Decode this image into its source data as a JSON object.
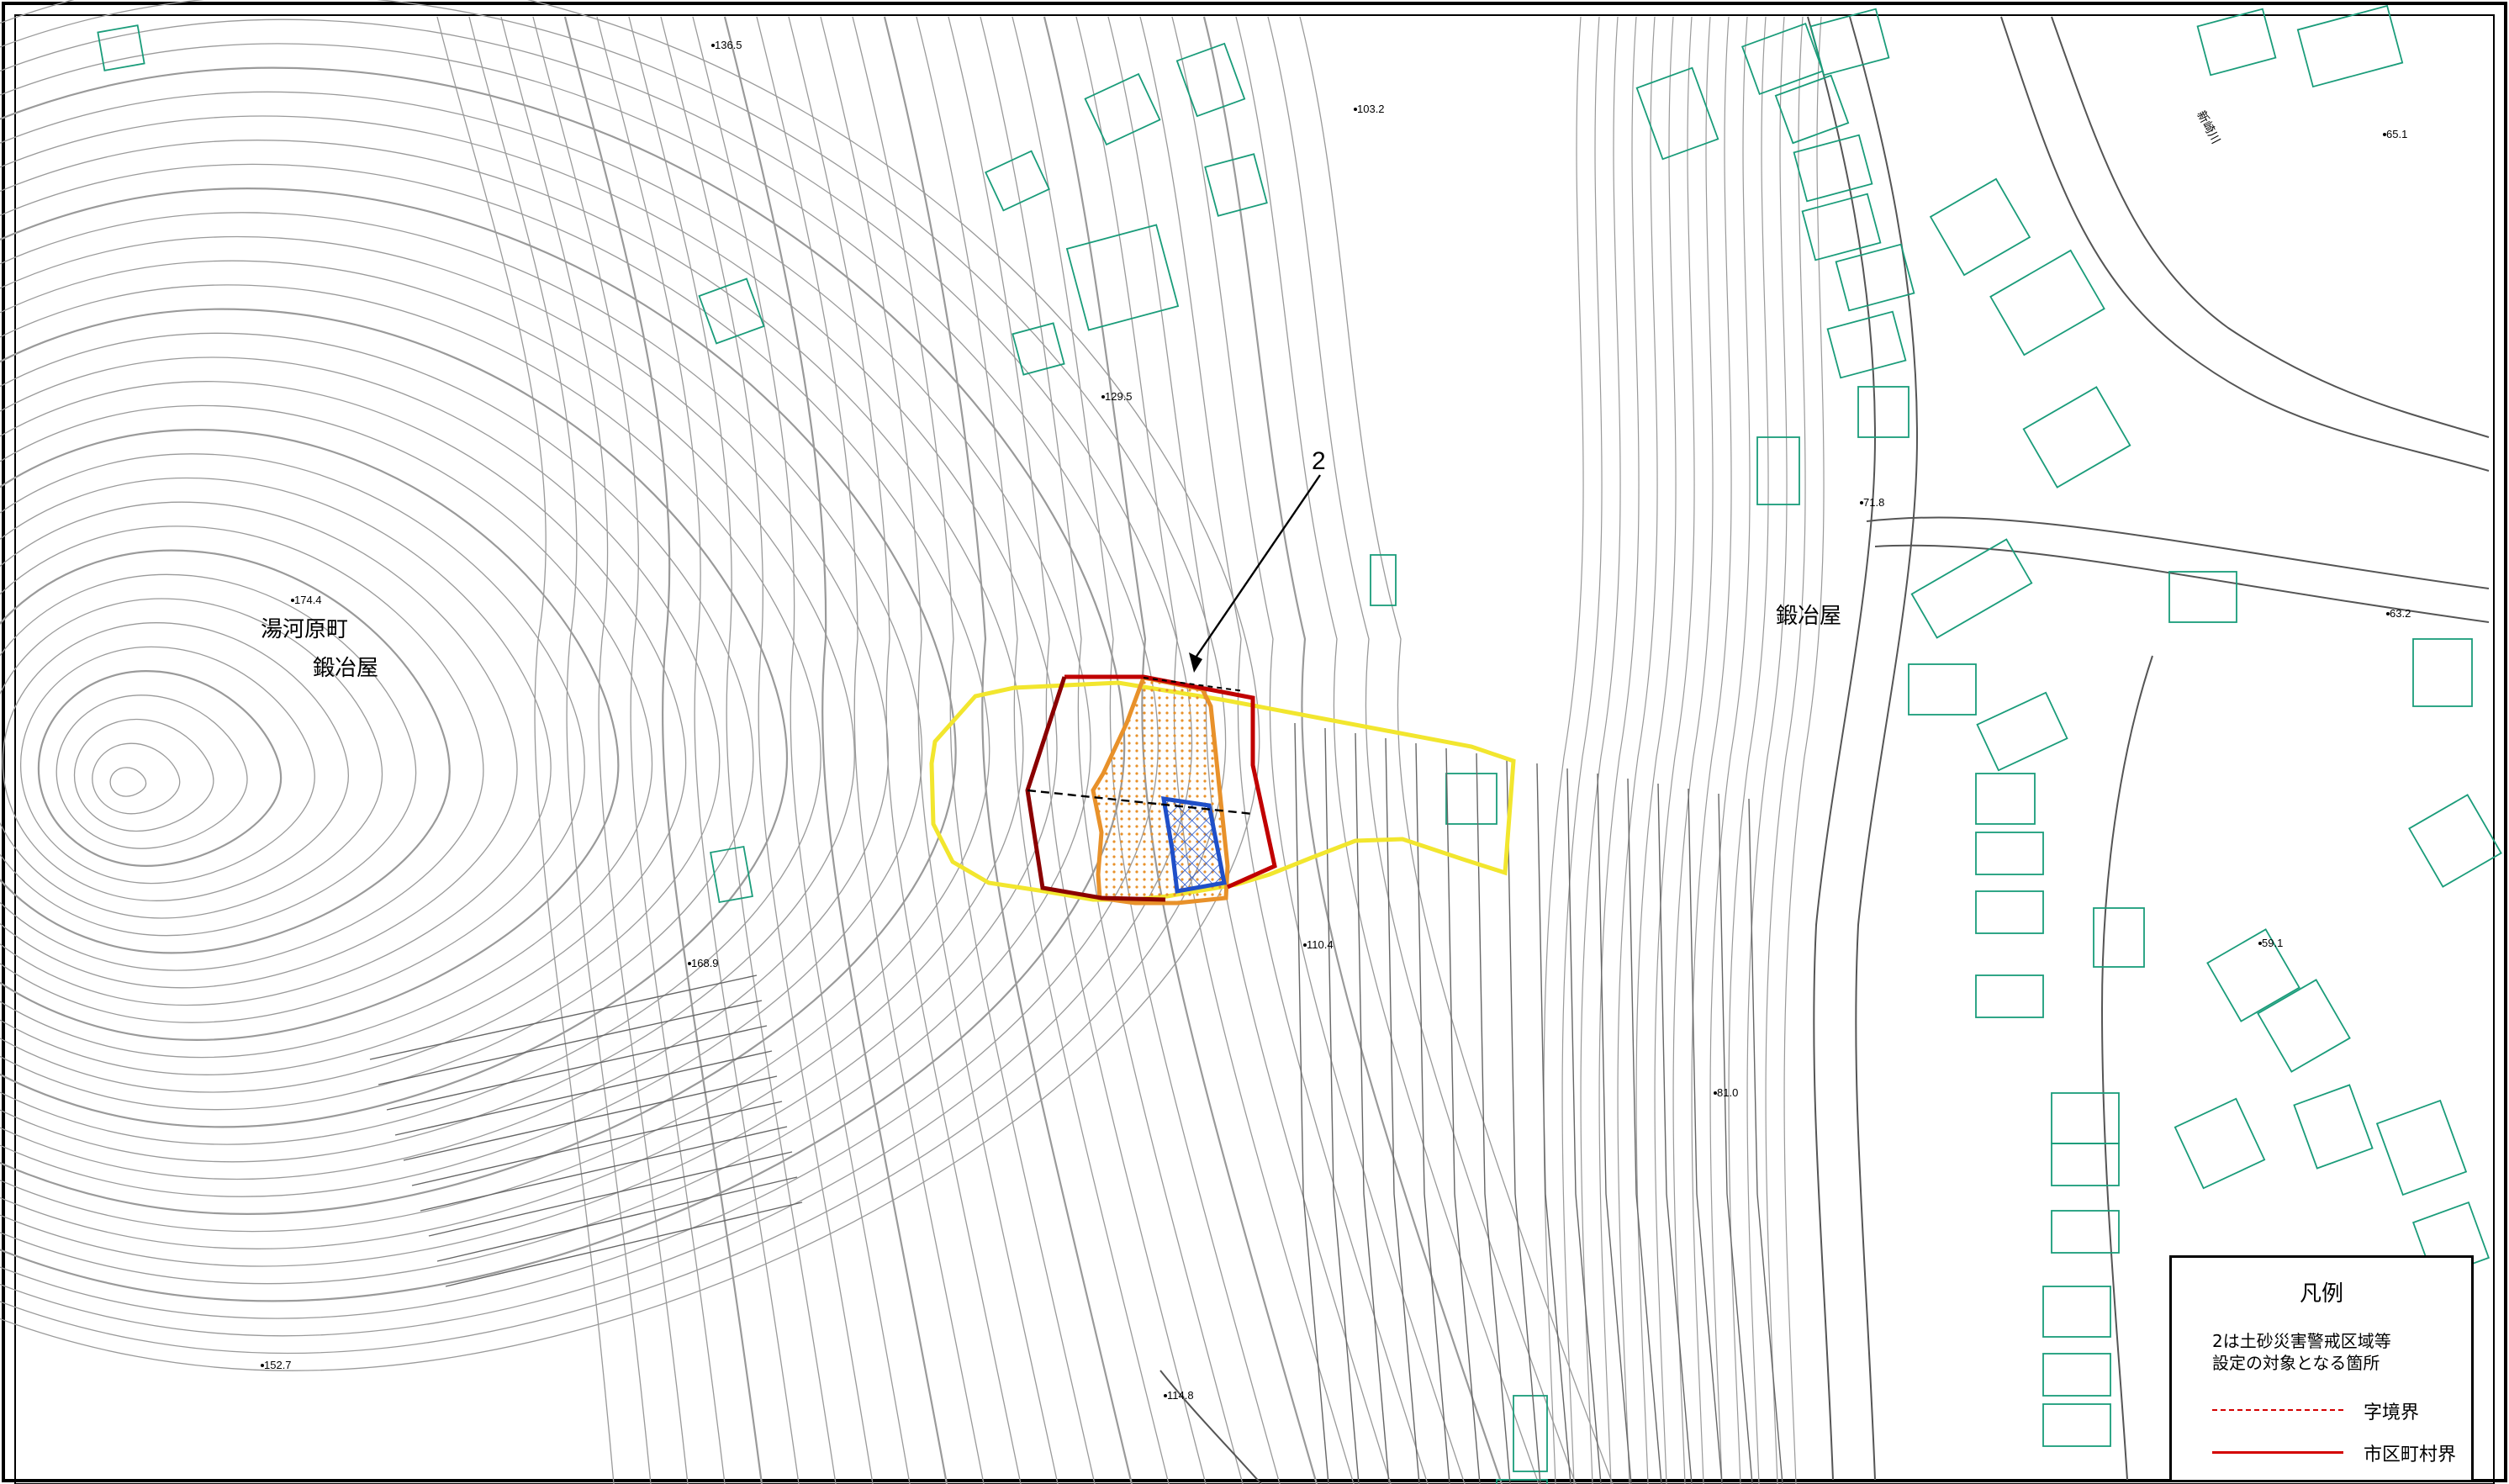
{
  "map": {
    "elevations": [
      {
        "id": "e1365",
        "text": "136.5"
      },
      {
        "id": "e1032",
        "text": "103.2"
      },
      {
        "id": "e651",
        "text": "65.1"
      },
      {
        "id": "e1295",
        "text": "129.5"
      },
      {
        "id": "e718",
        "text": "71.8"
      },
      {
        "id": "e632",
        "text": "63.2"
      },
      {
        "id": "e1744",
        "text": "174.4"
      },
      {
        "id": "e1104",
        "text": "110.4"
      },
      {
        "id": "e1689",
        "text": "168.9"
      },
      {
        "id": "e591",
        "text": "59.1"
      },
      {
        "id": "e810",
        "text": "81.0"
      },
      {
        "id": "e1527",
        "text": "152.7"
      },
      {
        "id": "e1148",
        "text": "114.8"
      }
    ],
    "place_names": {
      "town": "湯河原町",
      "area_west": "鍛冶屋",
      "area_east": "鍛冶屋"
    },
    "river_name": "新崎川",
    "callout_number": "2"
  },
  "legend": {
    "title": "凡例",
    "description_line1": "2は土砂災害警戒区域等",
    "description_line2": "設定の対象となる箇所",
    "items": [
      {
        "label": "字境界",
        "style": "dashed",
        "color": "#d40000"
      },
      {
        "label": "市区町村界",
        "style": "solid",
        "color": "#d40000"
      }
    ]
  },
  "colors": {
    "contour": "#9a9a9a",
    "building": "#1a9c7a",
    "boundary_red": "#c00000",
    "zone_yellow": "#f2e62e",
    "zone_orange": "#e8912a",
    "zone_blue": "#1f4fc8",
    "road": "#555555"
  }
}
